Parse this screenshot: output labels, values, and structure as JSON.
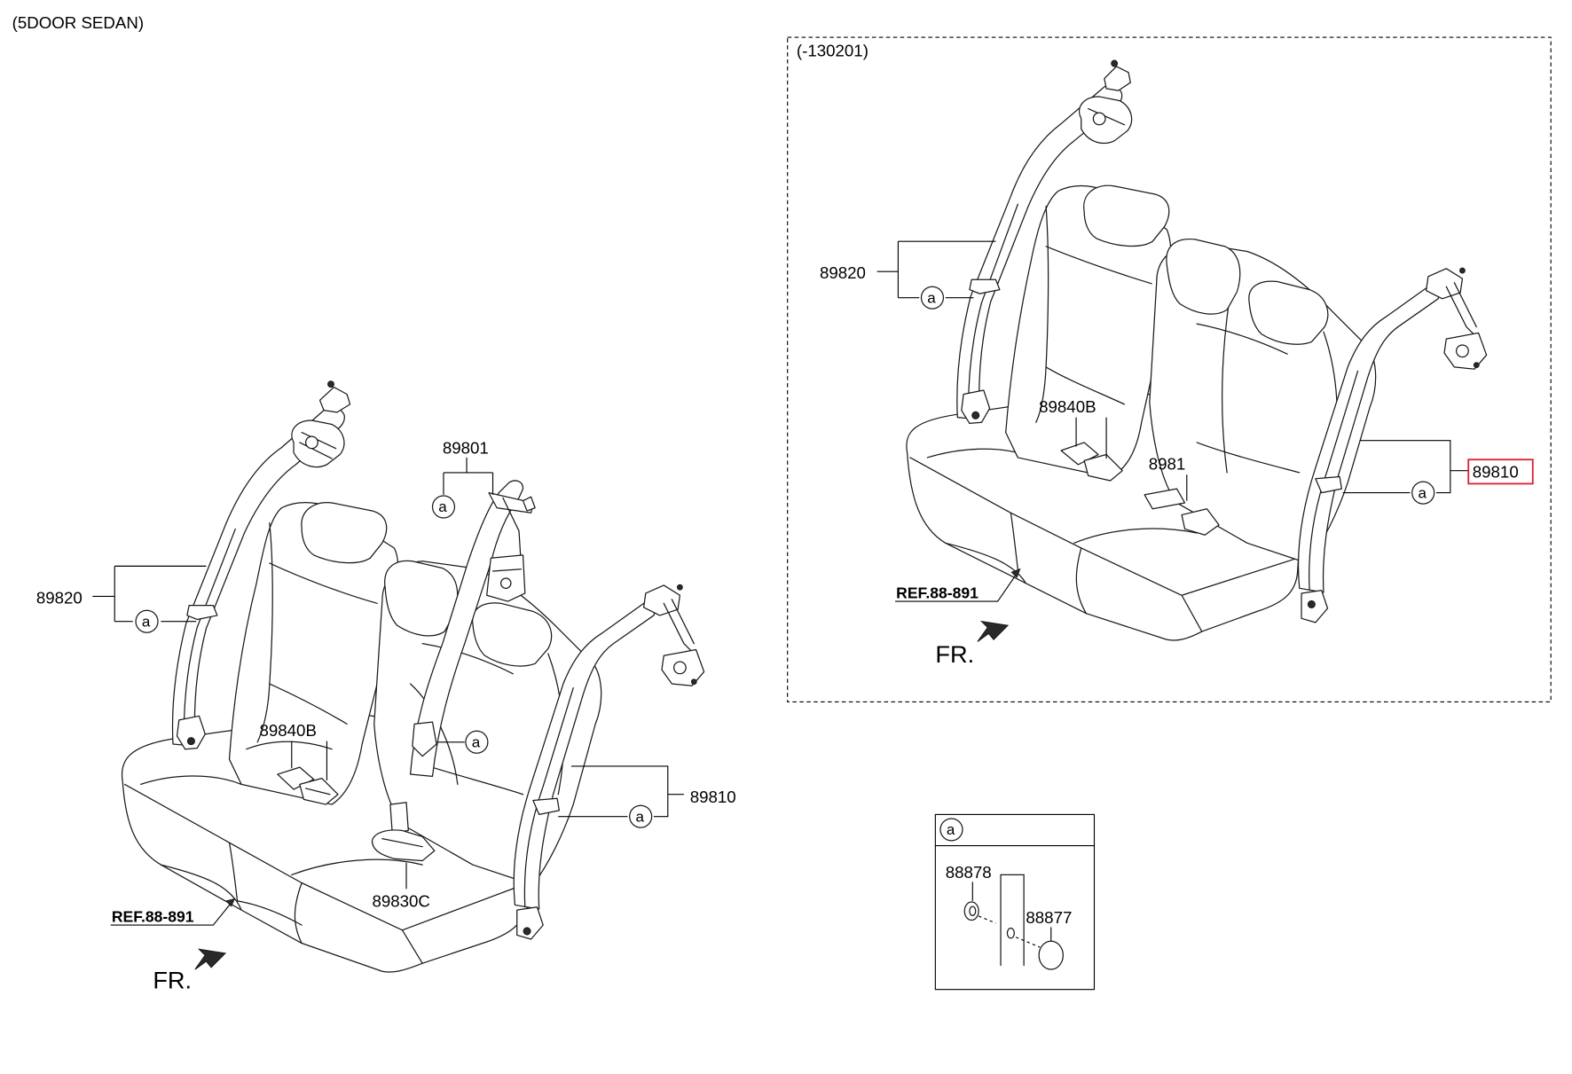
{
  "variant_label": "(5DOOR SEDAN)",
  "inset_label": "(-130201)",
  "callout_letter": "a",
  "highlight_color": "#e0202a",
  "left_view": {
    "parts": {
      "belt_left": "89820",
      "belt_center": "89801",
      "buckle_left": "89840B",
      "buckle_center": "89830C",
      "belt_right": "89810"
    },
    "ref_label": "REF.88-891",
    "front_label": "FR."
  },
  "right_view": {
    "parts": {
      "belt_left": "89820",
      "buckle_left": "89840B",
      "buckle_center": "8981",
      "belt_right": "89810"
    },
    "ref_label": "REF.88-891",
    "front_label": "FR."
  },
  "detail_box": {
    "letter": "a",
    "parts": {
      "cap": "88878",
      "plug": "88877"
    }
  }
}
